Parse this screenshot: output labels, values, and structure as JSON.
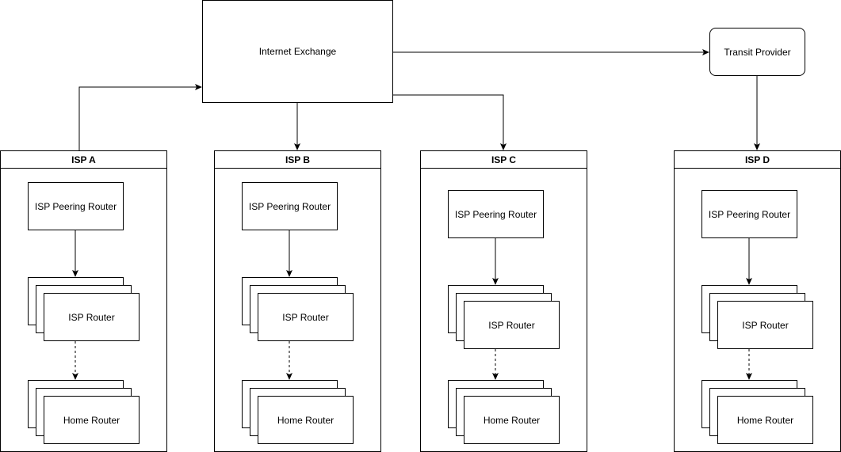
{
  "nodes": {
    "internet_exchange": "Internet Exchange",
    "transit_provider": "Transit Provider"
  },
  "isps": [
    {
      "title": "ISP A",
      "peering_router": "ISP Peering Router",
      "isp_router": "ISP Router",
      "home_router": "Home Router"
    },
    {
      "title": "ISP B",
      "peering_router": "ISP Peering Router",
      "isp_router": "ISP Router",
      "home_router": "Home Router"
    },
    {
      "title": "ISP C",
      "peering_router": "ISP Peering Router",
      "isp_router": "ISP Router",
      "home_router": "Home Router"
    },
    {
      "title": "ISP D",
      "peering_router": "ISP Peering Router",
      "isp_router": "ISP Router",
      "home_router": "Home Router"
    }
  ],
  "colors": {
    "stroke": "#000000",
    "fill": "#ffffff"
  }
}
